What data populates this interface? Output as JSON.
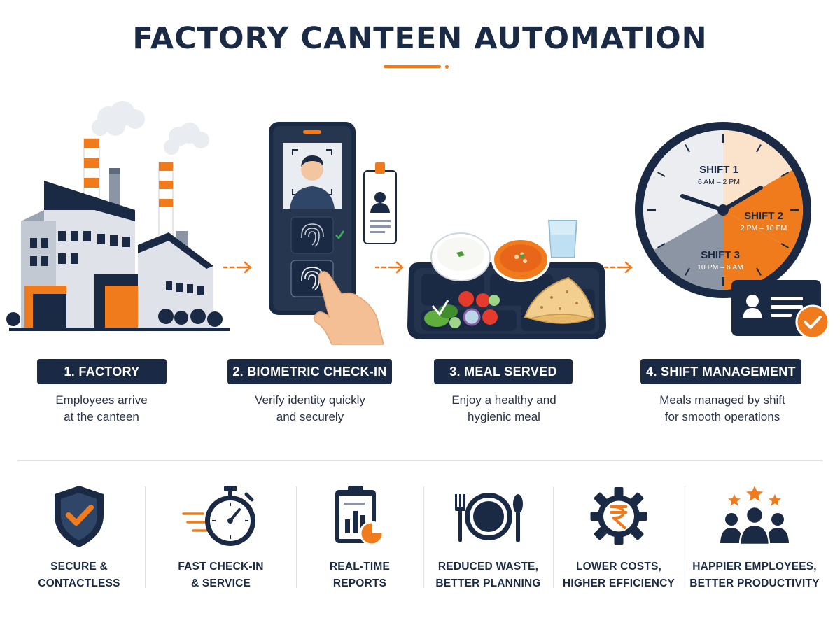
{
  "header": {
    "title": "FACTORY CANTEEN AUTOMATION"
  },
  "colors": {
    "navy": "#1b2a44",
    "orange": "#f07b1c",
    "grey": "#8b95a4"
  },
  "steps": [
    {
      "label": "1. FACTORY",
      "desc_line1": "Employees arrive",
      "desc_line2": "at the canteen",
      "icon": "factory-icon"
    },
    {
      "label": "2. BIOMETRIC CHECK-IN",
      "desc_line1": "Verify identity quickly",
      "desc_line2": "and securely",
      "icon": "biometric-device-icon"
    },
    {
      "label": "3. MEAL SERVED",
      "desc_line1": "Enjoy a healthy and",
      "desc_line2": "hygienic meal",
      "icon": "meal-tray-icon"
    },
    {
      "label": "4. SHIFT MANAGEMENT",
      "desc_line1": "Meals managed by shift",
      "desc_line2": "for smooth operations",
      "icon": "shift-clock-icon"
    }
  ],
  "clock": {
    "shifts": [
      {
        "name": "SHIFT 1",
        "time": "6 AM – 2 PM"
      },
      {
        "name": "SHIFT 2",
        "time": "2 PM – 10 PM"
      },
      {
        "name": "SHIFT 3",
        "time": "10 PM – 6 AM"
      }
    ]
  },
  "benefits": [
    {
      "line1": "SECURE &",
      "line2": "CONTACTLESS",
      "icon": "shield-check-icon"
    },
    {
      "line1": "FAST CHECK-IN",
      "line2": "& SERVICE",
      "icon": "stopwatch-icon"
    },
    {
      "line1": "REAL-TIME",
      "line2": "REPORTS",
      "icon": "clipboard-report-icon"
    },
    {
      "line1": "REDUCED WASTE,",
      "line2": "BETTER PLANNING",
      "icon": "plate-cutlery-icon"
    },
    {
      "line1": "LOWER COSTS,",
      "line2": "HIGHER EFFICIENCY",
      "icon": "rupee-gear-icon"
    },
    {
      "line1": "HAPPIER EMPLOYEES,",
      "line2": "BETTER PRODUCTIVITY",
      "icon": "team-stars-icon"
    }
  ]
}
